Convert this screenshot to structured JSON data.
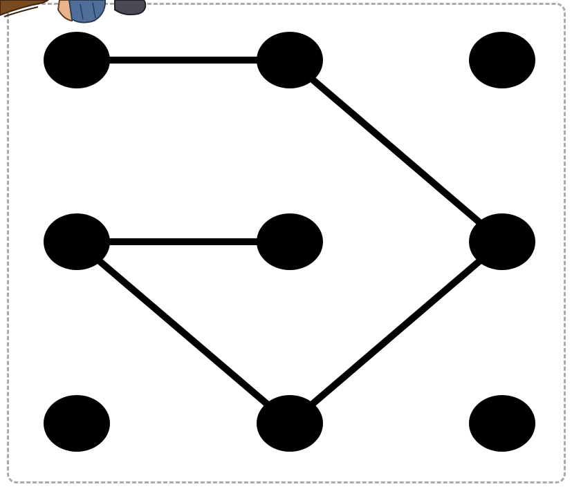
{
  "diagram": {
    "type": "dot-grid-pattern",
    "grid": {
      "rows": 3,
      "cols": 3
    },
    "dots": [
      {
        "id": "r1c1",
        "row": 1,
        "col": 1
      },
      {
        "id": "r1c2",
        "row": 1,
        "col": 2
      },
      {
        "id": "r1c3",
        "row": 1,
        "col": 3
      },
      {
        "id": "r2c1",
        "row": 2,
        "col": 1
      },
      {
        "id": "r2c2",
        "row": 2,
        "col": 2
      },
      {
        "id": "r2c3",
        "row": 2,
        "col": 3
      },
      {
        "id": "r3c1",
        "row": 3,
        "col": 1
      },
      {
        "id": "r3c2",
        "row": 3,
        "col": 2
      },
      {
        "id": "r3c3",
        "row": 3,
        "col": 3
      }
    ],
    "edges": [
      {
        "from": "r1c1",
        "to": "r1c2"
      },
      {
        "from": "r1c2",
        "to": "r2c3"
      },
      {
        "from": "r2c3",
        "to": "r3c2"
      },
      {
        "from": "r3c2",
        "to": "r2c1"
      },
      {
        "from": "r2c1",
        "to": "r2c2"
      }
    ],
    "colors": {
      "dot": "#000000",
      "line": "#000000",
      "frame_border": "#a9a9a9",
      "background": "#ffffff"
    },
    "decoration": "cartoon-character-partial-top-left"
  }
}
